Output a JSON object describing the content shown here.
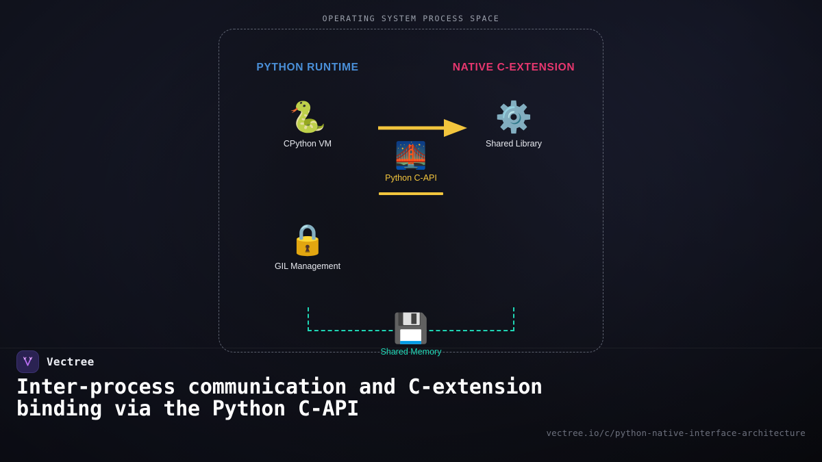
{
  "diagram": {
    "container_caption": "OPERATING SYSTEM PROCESS SPACE",
    "columns": [
      {
        "label": "PYTHON RUNTIME",
        "color": "#4a90d9"
      },
      {
        "label": "NATIVE C-EXTENSION",
        "color": "#e8376f"
      }
    ],
    "nodes": [
      {
        "id": "cpython-vm",
        "icon": "snake-icon",
        "glyph": "🐍",
        "label": "CPython VM",
        "label_color": "#e6e8ee"
      },
      {
        "id": "shared-library",
        "icon": "gear-icon",
        "glyph": "⚙️",
        "label": "Shared Library",
        "label_color": "#e6e8ee"
      },
      {
        "id": "python-c-api",
        "icon": "bridge-icon",
        "glyph": "🌉",
        "label": "Python C-API",
        "label_color": "#f2c53d"
      },
      {
        "id": "gil-management",
        "icon": "lock-icon",
        "glyph": "🔒",
        "label": "GIL Management",
        "label_color": "#e6e8ee"
      },
      {
        "id": "shared-memory",
        "icon": "floppy-disk-icon",
        "glyph": "💾",
        "label": "Shared Memory",
        "label_color": "#1fd6b5"
      }
    ],
    "connectors": [
      {
        "id": "runtime-to-extension-arrow",
        "style": "solid-arrow",
        "color": "#f2c53d"
      },
      {
        "id": "c-api-bridge-bar",
        "style": "solid-bar",
        "color": "#f2c53d"
      },
      {
        "id": "shared-memory-bus",
        "style": "dashed-bus",
        "color": "#1fd6b5"
      }
    ],
    "container_border_color": "#5d6270"
  },
  "footer": {
    "brand_name": "Vectree",
    "brand_logo_icon": "vectree-v-tree-logo-icon",
    "headline": "Inter-process communication and C-extension binding via the Python C-API",
    "url": "vectree.io/c/python-native-interface-architecture"
  },
  "theme": {
    "background": "#14161f",
    "accent_yellow": "#f2c53d",
    "accent_teal": "#1fd6b5",
    "accent_blue": "#4a90d9",
    "accent_pink": "#e8376f",
    "brand_purple": "#b56cf0"
  }
}
